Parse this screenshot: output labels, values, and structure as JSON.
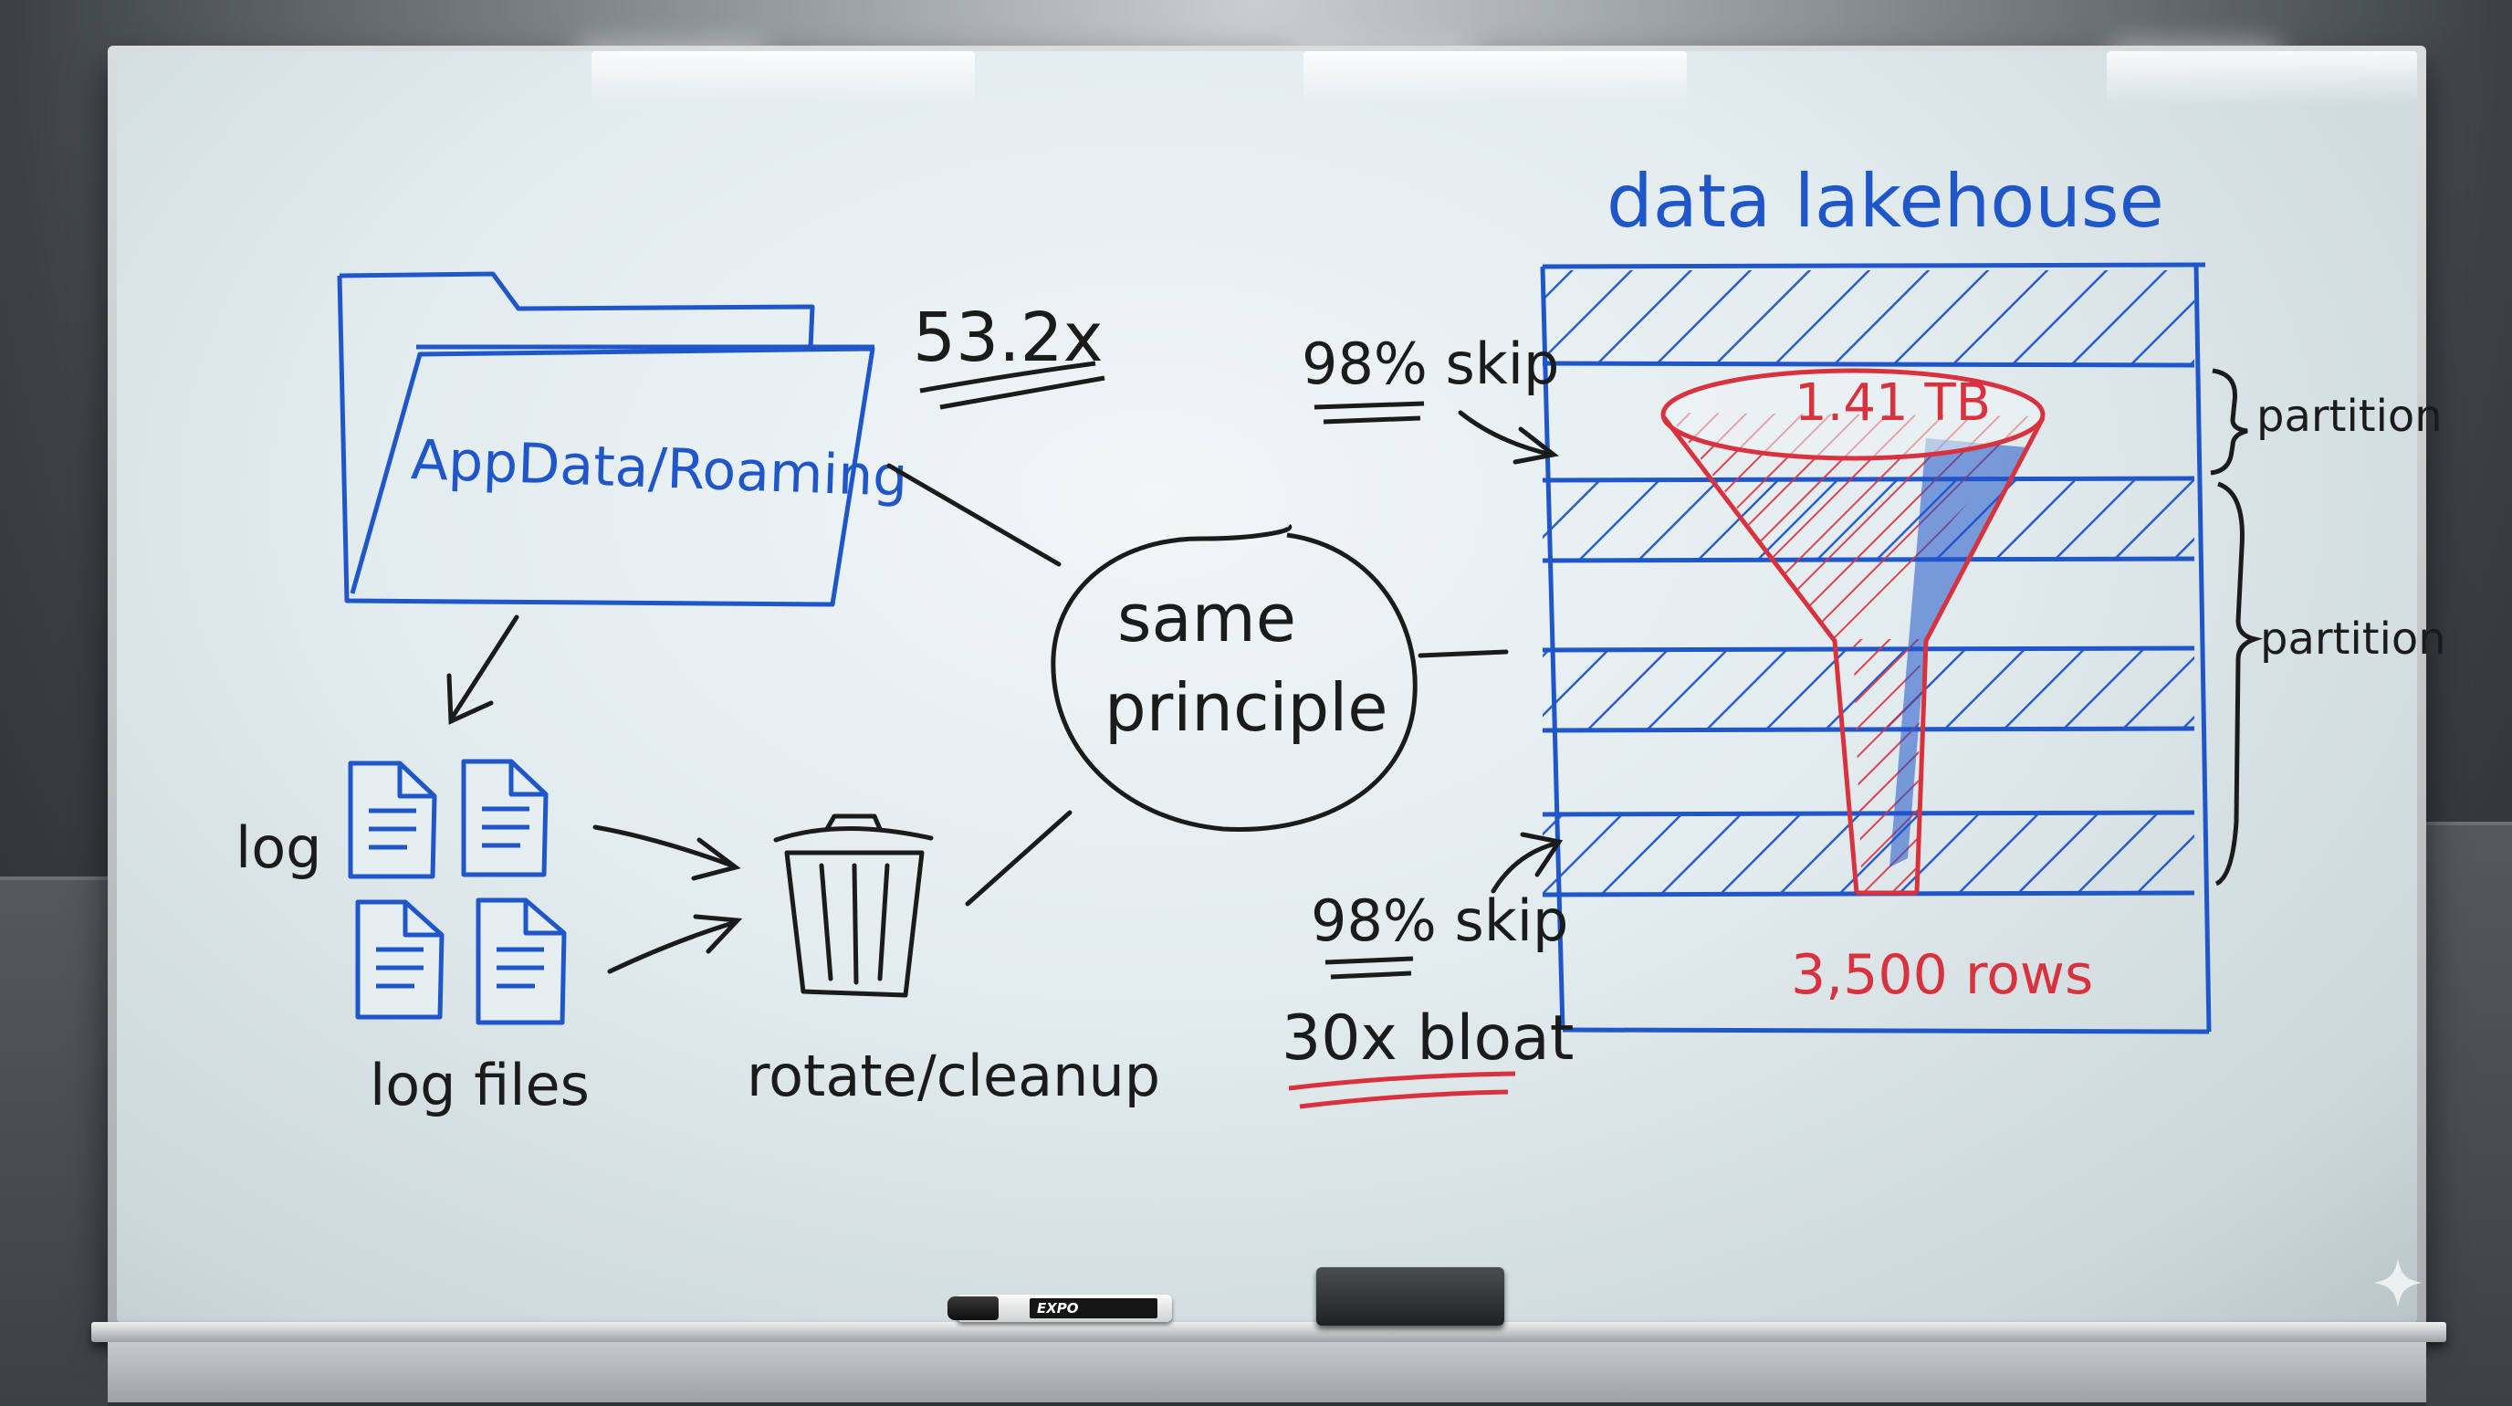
{
  "board": {
    "folder_label": "AppData/Roaming",
    "multiplier": "53.2x",
    "log_label": "log",
    "log_files_label": "log files",
    "rotate_label": "rotate/cleanup",
    "center_line1": "same",
    "center_line2": "principle",
    "lakehouse_title": "data lakehouse",
    "skip_top": "98% skip",
    "skip_bottom": "98% skip",
    "bloat": "30x bloat",
    "funnel_top": "1.41 TB",
    "funnel_bottom": "3,500 rows",
    "partition_1": "partition",
    "partition_2": "partition"
  },
  "tray": {
    "marker_brand": "EXPO"
  },
  "colors": {
    "blue_ink": "#1f56c9",
    "red_ink": "#d8323f",
    "black_ink": "#1b1b1b"
  }
}
